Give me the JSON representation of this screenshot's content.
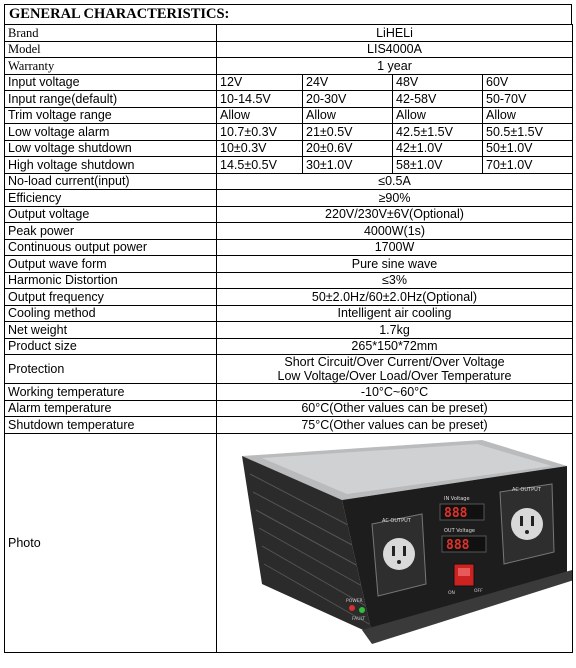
{
  "title": "GENERAL CHARACTERISTICS:",
  "rows": {
    "brand": {
      "label": "Brand",
      "value": "LiHELi"
    },
    "model": {
      "label": "Model",
      "value": "LIS4000A"
    },
    "warranty": {
      "label": "Warranty",
      "value": "1 year"
    },
    "input_voltage": {
      "label": "Input voltage",
      "values": [
        "12V",
        "24V",
        "48V",
        "60V"
      ]
    },
    "input_range": {
      "label": "Input range(default)",
      "values": [
        "10-14.5V",
        "20-30V",
        "42-58V",
        "50-70V"
      ]
    },
    "trim_range": {
      "label": "Trim voltage range",
      "values": [
        "Allow",
        "Allow",
        "Allow",
        "Allow"
      ]
    },
    "low_alarm": {
      "label": "Low voltage alarm",
      "values": [
        "10.7±0.3V",
        "21±0.5V",
        "42.5±1.5V",
        "50.5±1.5V"
      ]
    },
    "low_shutdown": {
      "label": "Low voltage shutdown",
      "values": [
        "10±0.3V",
        "20±0.6V",
        "42±1.0V",
        "50±1.0V"
      ]
    },
    "high_shutdown": {
      "label": "High voltage shutdown",
      "values": [
        "14.5±0.5V",
        "30±1.0V",
        "58±1.0V",
        "70±1.0V"
      ]
    },
    "no_load": {
      "label": "No-load current(input)",
      "value": "≤0.5A"
    },
    "efficiency": {
      "label": "Efficiency",
      "value": "≥90%"
    },
    "output_voltage": {
      "label": "Output voltage",
      "value": "220V/230V±6V(Optional)"
    },
    "peak_power": {
      "label": "Peak power",
      "value": "4000W(1s)"
    },
    "continuous_power": {
      "label": "Continuous output power",
      "value": "1700W"
    },
    "wave_form": {
      "label": "Output wave form",
      "value": "Pure sine wave"
    },
    "distortion": {
      "label": "Harmonic Distortion",
      "value": "≤3%"
    },
    "frequency": {
      "label": "Output frequency",
      "value": "50±2.0Hz/60±2.0Hz(Optional)"
    },
    "cooling": {
      "label": "Cooling method",
      "value": "Intelligent air cooling"
    },
    "weight": {
      "label": "Net weight",
      "value": "1.7kg"
    },
    "size": {
      "label": "Product size",
      "value": "265*150*72mm"
    },
    "protection": {
      "label": "Protection",
      "line1": "Short Circuit/Over Current/Over Voltage",
      "line2": "Low Voltage/Over Load/Over Temperature"
    },
    "working_temp": {
      "label": "Working temperature",
      "value": "-10°C~60°C"
    },
    "alarm_temp": {
      "label": "Alarm temperature",
      "value": "60°C(Other values can be preset)"
    },
    "shutdown_temp": {
      "label": "Shutdown temperature",
      "value": "75°C(Other values can be preset)"
    },
    "photo": {
      "label": "Photo"
    }
  },
  "photo_text": {
    "ac_output_left": "AC OUTPUT",
    "ac_output_right": "AC OUTPUT",
    "in_voltage": "IN Voltage",
    "out_voltage": "OUT Voltage",
    "power": "POWER",
    "fault": "FAULT",
    "on": "ON",
    "off": "OFF"
  },
  "colors": {
    "border": "#000000",
    "body_dark": "#2b2b2b",
    "body_top": "#b8babc",
    "panel": "#1d1d1d",
    "display_red": "#e0322b",
    "led_green": "#2fbf3a",
    "led_red": "#d83030"
  }
}
